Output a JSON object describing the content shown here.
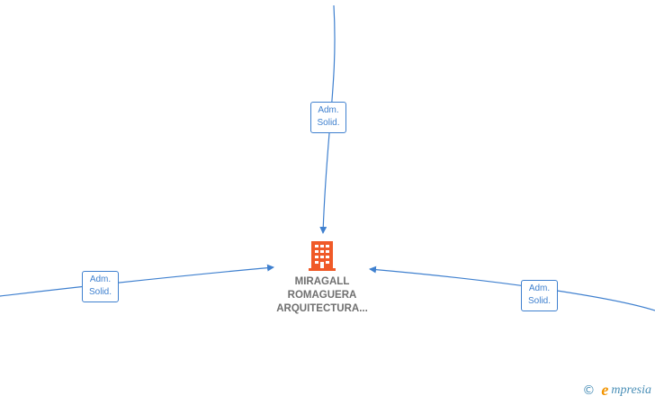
{
  "company": {
    "name_lines": [
      "MIRAGALL",
      "ROMAGUERA",
      "ARQUITECTURA..."
    ],
    "icon": "building-icon",
    "icon_color": "#f05a28"
  },
  "relations": [
    {
      "label_line1": "Adm.",
      "label_line2": "Solid.",
      "direction": "from-top"
    },
    {
      "label_line1": "Adm.",
      "label_line2": "Solid.",
      "direction": "from-left"
    },
    {
      "label_line1": "Adm.",
      "label_line2": "Solid.",
      "direction": "from-right"
    }
  ],
  "colors": {
    "edge": "#3f80cf",
    "node_text": "#6f6f6f",
    "watermark": "#4a8fb7",
    "watermark_accent": "#f29400"
  },
  "watermark": {
    "copyright": "©",
    "brand_first": "e",
    "brand_rest": "mpresia"
  }
}
